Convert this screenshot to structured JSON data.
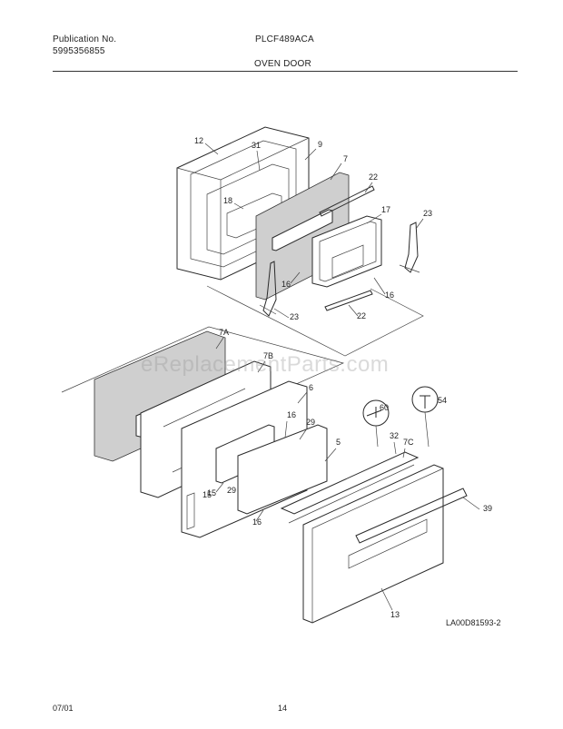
{
  "header": {
    "publication_label": "Publication No.",
    "publication_number": "5995356855",
    "model": "PLCF489ACA",
    "section_title": "OVEN DOOR"
  },
  "watermark": "eReplacementParts.com",
  "diagram": {
    "callouts": {
      "c12": "12",
      "c31": "31",
      "c9": "9",
      "c7": "7",
      "c18": "18",
      "c22a": "22",
      "c17": "17",
      "c23a": "23",
      "c16a": "16",
      "c16b": "16",
      "c23b": "23",
      "c22b": "22",
      "c7a": "7A",
      "c7b": "7B",
      "c6": "6",
      "c60": "60",
      "c54": "54",
      "c16c": "16",
      "c29a": "29",
      "c5": "5",
      "c32": "32",
      "c7c": "7C",
      "c15a": "15",
      "c29b": "29",
      "c15b": "15",
      "c16d": "16",
      "c39": "39",
      "c13": "13"
    },
    "reference_code": "LA00D81593-2"
  },
  "footer": {
    "date": "07/01",
    "page_number": "14"
  }
}
